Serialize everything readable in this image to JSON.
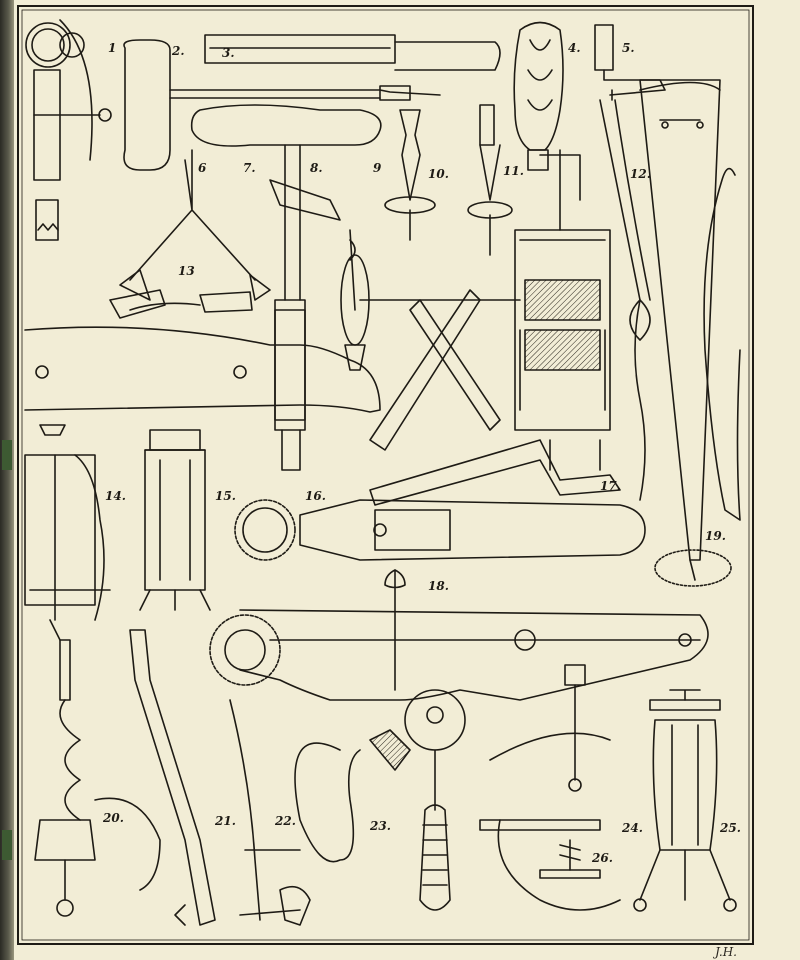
{
  "plate": {
    "signature": "J.H.",
    "colors": {
      "paper": "#f2edd6",
      "ink": "#1e1b15",
      "shade": "#6e6a58"
    }
  },
  "figure_numbers": [
    "1",
    "2.",
    "3.",
    "4.",
    "5.",
    "6",
    "7.",
    "8.",
    "9",
    "10.",
    "11.",
    "12.",
    "13",
    "14.",
    "15.",
    "16.",
    "17.",
    "18.",
    "19.",
    "20.",
    "21.",
    "22.",
    "23.",
    "24.",
    "25.",
    "26."
  ]
}
